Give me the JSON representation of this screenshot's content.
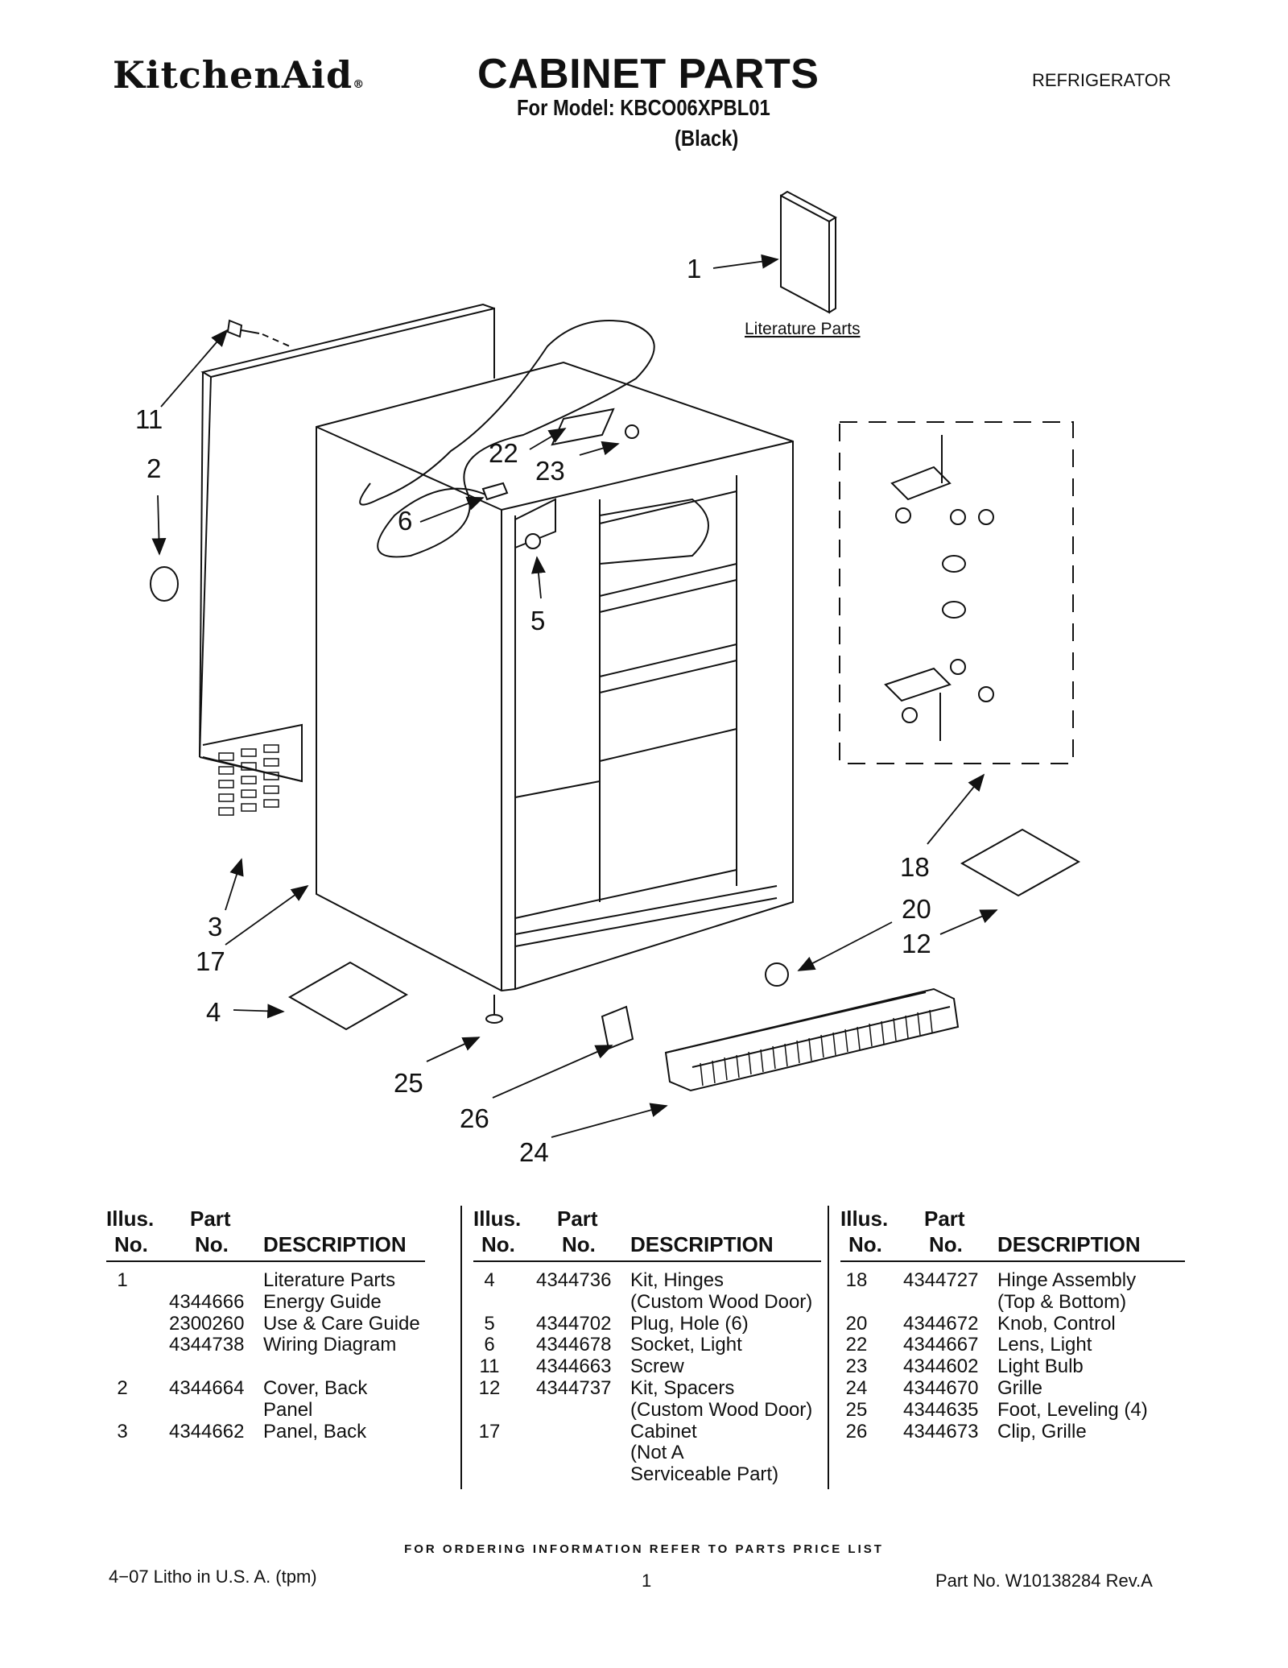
{
  "header": {
    "brand": "KitchenAid",
    "brand_mark": "®",
    "title": "CABINET PARTS",
    "category": "REFRIGERATOR",
    "model": "For Model: KBCO06XPBL01",
    "variant": "(Black)"
  },
  "diagram": {
    "literature_label": "Literature Parts",
    "callouts": [
      "1",
      "11",
      "2",
      "22",
      "23",
      "6",
      "5",
      "18",
      "20",
      "12",
      "3",
      "17",
      "4",
      "25",
      "26",
      "24"
    ]
  },
  "table": {
    "headers": {
      "illus_1": "Illus.",
      "illus_2": "No.",
      "part_1": "Part",
      "part_2": "No.",
      "description": "DESCRIPTION"
    },
    "columns": [
      [
        {
          "illus": "1",
          "part": "",
          "desc": "Literature Parts"
        },
        {
          "illus": "",
          "part": "4344666",
          "desc": "Energy Guide"
        },
        {
          "illus": "",
          "part": "2300260",
          "desc": "Use & Care Guide"
        },
        {
          "illus": "",
          "part": "4344738",
          "desc": "Wiring Diagram"
        },
        {
          "illus": "",
          "part": "",
          "desc": ""
        },
        {
          "illus": "2",
          "part": "4344664",
          "desc": "Cover, Back"
        },
        {
          "illus": "",
          "part": "",
          "desc": "Panel"
        },
        {
          "illus": "3",
          "part": "4344662",
          "desc": "Panel, Back"
        }
      ],
      [
        {
          "illus": "4",
          "part": "4344736",
          "desc": "Kit, Hinges"
        },
        {
          "illus": "",
          "part": "",
          "desc": "(Custom Wood Door)"
        },
        {
          "illus": "5",
          "part": "4344702",
          "desc": "Plug, Hole (6)"
        },
        {
          "illus": "6",
          "part": "4344678",
          "desc": "Socket, Light"
        },
        {
          "illus": "11",
          "part": "4344663",
          "desc": "Screw"
        },
        {
          "illus": "12",
          "part": "4344737",
          "desc": "Kit, Spacers"
        },
        {
          "illus": "",
          "part": "",
          "desc": "(Custom Wood Door)"
        },
        {
          "illus": "17",
          "part": "",
          "desc": "Cabinet"
        },
        {
          "illus": "",
          "part": "",
          "desc": "(Not A"
        },
        {
          "illus": "",
          "part": "",
          "desc": "Serviceable Part)"
        }
      ],
      [
        {
          "illus": "18",
          "part": "4344727",
          "desc": "Hinge Assembly"
        },
        {
          "illus": "",
          "part": "",
          "desc": "(Top & Bottom)"
        },
        {
          "illus": "20",
          "part": "4344672",
          "desc": "Knob, Control"
        },
        {
          "illus": "22",
          "part": "4344667",
          "desc": "Lens, Light"
        },
        {
          "illus": "23",
          "part": "4344602",
          "desc": "Light Bulb"
        },
        {
          "illus": "24",
          "part": "4344670",
          "desc": "Grille"
        },
        {
          "illus": "25",
          "part": "4344635",
          "desc": "Foot, Leveling (4)"
        },
        {
          "illus": "26",
          "part": "4344673",
          "desc": "Clip, Grille"
        }
      ]
    ]
  },
  "footer": {
    "ordering": "FOR ORDERING INFORMATION REFER TO PARTS PRICE LIST",
    "litho": "4−07 Litho in U.S. A. (tpm)",
    "page": "1",
    "part_no": "Part No. W10138284 Rev.A"
  }
}
